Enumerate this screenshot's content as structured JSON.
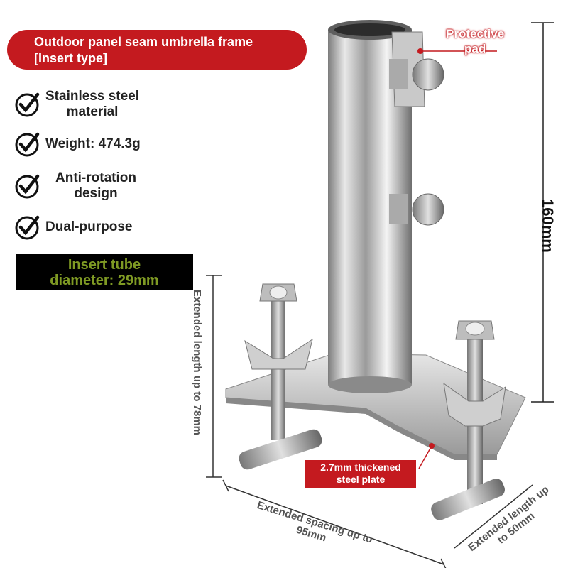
{
  "title": {
    "line1": "Outdoor panel seam umbrella frame",
    "line2": "[Insert type]"
  },
  "features": [
    {
      "line1": "Stainless steel",
      "line2": "material",
      "icon": "check-circle-icon"
    },
    {
      "line1": "Weight: 474.3g",
      "line2": "",
      "icon": "check-circle-icon"
    },
    {
      "line1": "Anti-rotation",
      "line2": "design",
      "icon": "check-circle-icon"
    },
    {
      "line1": "Dual-purpose",
      "line2": "",
      "icon": "check-circle-icon"
    }
  ],
  "tube": {
    "line1": "Insert tube",
    "line2": "diameter: 29mm"
  },
  "labels": {
    "protective_pad": {
      "line1": "Protective",
      "line2": "pad"
    },
    "height": "160mm",
    "extended_length_78": "Extended length up to 78mm",
    "plate": {
      "line1": "2.7mm thickened",
      "line2": "steel plate"
    },
    "spacing": {
      "line1": "Extended spacing up to",
      "line2": "95mm"
    },
    "length_50": {
      "line1": "Extended length up",
      "line2": "to 50mm"
    }
  },
  "colors": {
    "accent_red": "#c41a1f",
    "tube_text": "#7f9a24"
  }
}
